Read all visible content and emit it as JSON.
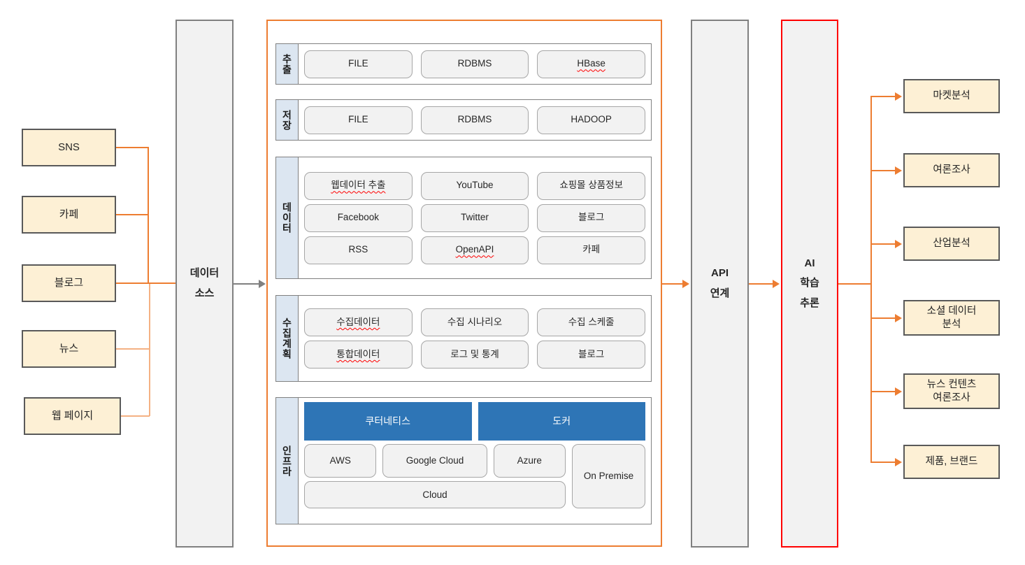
{
  "diagram": {
    "title": "Data Collection and AI Analysis Architecture",
    "colors": {
      "accent_orange": "#ED7D31",
      "source_fill": "#FDF0D5",
      "column_fill": "#F2F2F2",
      "label_fill": "#DCE6F1",
      "chip_fill": "#F2F2F2",
      "highlight_blue": "#2E75B6",
      "alert_red": "#FF0000"
    }
  },
  "sources": [
    {
      "label": "SNS"
    },
    {
      "label": "카페"
    },
    {
      "label": "블로그"
    },
    {
      "label": "뉴스"
    },
    {
      "label": "웹 페이지"
    }
  ],
  "columns": {
    "data_source": {
      "line1": "데이터",
      "line2": "소스"
    },
    "api": {
      "line1": "API",
      "line2": "연계"
    },
    "ai": {
      "line1": "AI",
      "line2": "학습",
      "line3": "추론"
    }
  },
  "sections": [
    {
      "label": "추출",
      "rows": [
        [
          {
            "text": "FILE"
          },
          {
            "text": "RDBMS"
          },
          {
            "text": "HBase",
            "squiggle": true
          }
        ]
      ]
    },
    {
      "label": "저장",
      "rows": [
        [
          {
            "text": "FILE"
          },
          {
            "text": "RDBMS"
          },
          {
            "text": "HADOOP"
          }
        ]
      ]
    },
    {
      "label": "데이터",
      "rows": [
        [
          {
            "text": "웹데이터 추출",
            "squiggle": true
          },
          {
            "text": "YouTube"
          },
          {
            "text": "쇼핑몰 상품정보"
          }
        ],
        [
          {
            "text": "Facebook"
          },
          {
            "text": "Twitter"
          },
          {
            "text": "블로그"
          }
        ],
        [
          {
            "text": "RSS"
          },
          {
            "text": "OpenAPI",
            "squiggle": true
          },
          {
            "text": "카페"
          }
        ]
      ]
    },
    {
      "label": "수집계획",
      "rows": [
        [
          {
            "text": "수집데이터",
            "squiggle": true
          },
          {
            "text": "수집 시나리오"
          },
          {
            "text": "수집 스케줄"
          }
        ],
        [
          {
            "text": "통합데이터",
            "squiggle": true
          },
          {
            "text": "로그 및 통계"
          },
          {
            "text": "블로그"
          }
        ]
      ]
    }
  ],
  "infra": {
    "label": "인프라",
    "top_row": [
      {
        "text": "쿠터네티스"
      },
      {
        "text": "도커"
      }
    ],
    "cloud_row": [
      {
        "text": "AWS"
      },
      {
        "text": "Google Cloud"
      },
      {
        "text": "Azure"
      }
    ],
    "cloud_wide": {
      "text": "Cloud"
    },
    "on_premise": {
      "text": "On Premise"
    }
  },
  "outputs": [
    {
      "label": "마켓분석"
    },
    {
      "label": "여론조사"
    },
    {
      "label": "산업분석"
    },
    {
      "label": "소셜 데이터\n분석"
    },
    {
      "label": "뉴스 컨텐츠\n여론조사"
    },
    {
      "label": "제품, 브랜드"
    }
  ]
}
